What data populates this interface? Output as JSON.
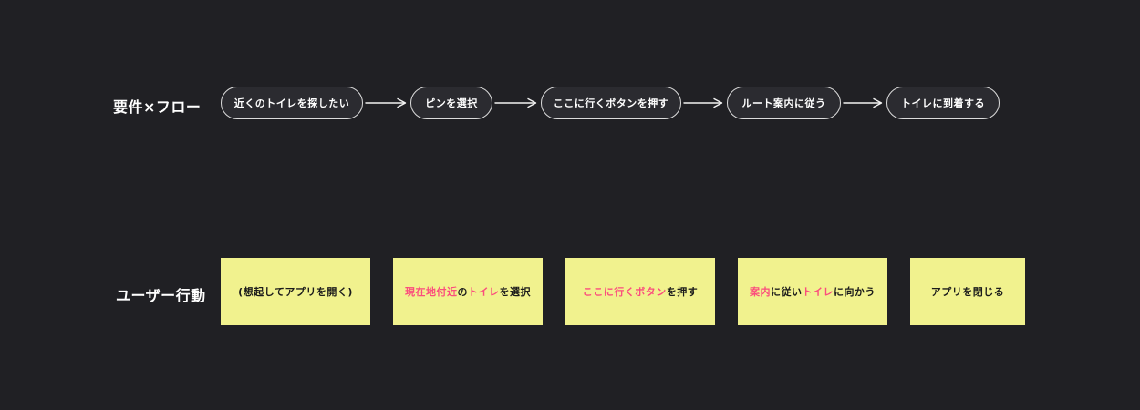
{
  "board": {
    "background": "#202024"
  },
  "colors": {
    "pill_fill": "#2b2b30",
    "pill_border": "#dcdcdc",
    "pill_text": "#ffffff",
    "card_fill": "#f1f28e",
    "card_text": "#1b1b1b",
    "highlight_text": "#fb4d7d",
    "arrow": "#f2f2f2",
    "label_text": "#ffffff"
  },
  "flow_row": {
    "label": "要件×フロー",
    "steps": [
      {
        "label": "近くのトイレを探したい"
      },
      {
        "label": "ピンを選択"
      },
      {
        "label": "ここに行くボタンを押す"
      },
      {
        "label": "ルート案内に従う"
      },
      {
        "label": "トイレに到着する"
      }
    ]
  },
  "action_row": {
    "label": "ユーザー行動",
    "cards": [
      {
        "segments": [
          {
            "text": "(想起してアプリを開く)",
            "highlight": false
          }
        ]
      },
      {
        "segments": [
          {
            "text": "現在地付近",
            "highlight": true
          },
          {
            "text": "の",
            "highlight": false
          },
          {
            "text": "トイレ",
            "highlight": true
          },
          {
            "text": "を選択",
            "highlight": false
          }
        ]
      },
      {
        "segments": [
          {
            "text": "ここに行くボタン",
            "highlight": true
          },
          {
            "text": "を押す",
            "highlight": false
          }
        ]
      },
      {
        "segments": [
          {
            "text": "案内",
            "highlight": true
          },
          {
            "text": "に従い",
            "highlight": false
          },
          {
            "text": "トイレ",
            "highlight": true
          },
          {
            "text": "に向かう",
            "highlight": false
          }
        ]
      },
      {
        "segments": [
          {
            "text": "アプリを閉じる",
            "highlight": false
          }
        ]
      }
    ]
  }
}
